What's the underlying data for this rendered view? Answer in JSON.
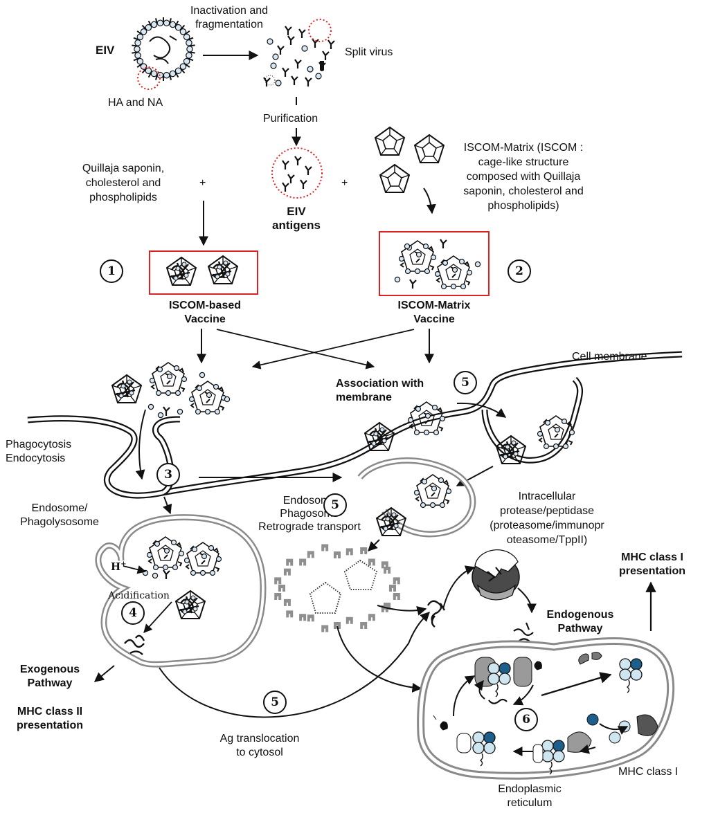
{
  "virus": {
    "eiv_label": "EIV",
    "ha_na_label": "HA and NA",
    "inactivation_label_1": "Inactivation and",
    "inactivation_label_2": "fragmentation",
    "split_virus_label": "Split virus",
    "purification_label": "Purification",
    "eiv_antigens_1": "EIV",
    "eiv_antigens_2": "antigens",
    "plus_left": "+",
    "plus_right": "+"
  },
  "adjuvant": {
    "quillaja_1": "Quillaja saponin,",
    "quillaja_2": "cholesterol and",
    "quillaja_3": "phospholipids",
    "matrix_1": "ISCOM-Matrix (ISCOM :",
    "matrix_2": "cage-like structure",
    "matrix_3": "composed with Quillaja",
    "matrix_4": "saponin, cholesterol and",
    "matrix_5": "phospholipids)"
  },
  "vaccines": {
    "iscom_based_1": "ISCOM-based",
    "iscom_based_2": "Vaccine",
    "iscom_matrix_1": "ISCOM-Matrix",
    "iscom_matrix_2": "Vaccine"
  },
  "cell": {
    "cell_membrane": "Cell membrane",
    "association_1": "Association with",
    "association_2": "membrane",
    "phagocytosis": "Phagocytosis",
    "endocytosis": "Endocytosis",
    "endosome_1": "Endosome/",
    "endosome_2": "Phagolysosome",
    "endosome_phago_1": "Endosome",
    "endosome_phago_2": "Phagosome",
    "endosome_phago_3": "Retrograde transport",
    "protease_1": "Intracellular",
    "protease_2": "protease/peptidase",
    "protease_3": "(proteasome/immunopr",
    "protease_4": "oteasome/TppII)",
    "h_plus": "H",
    "h_plus_sup": "+",
    "acidification": "Acidification",
    "exogenous_1": "Exogenous",
    "exogenous_2": "Pathway",
    "mhc2_1": "MHC class II",
    "mhc2_2": "presentation",
    "mhc1_pres_1": "MHC class I",
    "mhc1_pres_2": "presentation",
    "endogenous_1": "Endogenous",
    "endogenous_2": "Pathway",
    "ag_translocation_1": "Ag translocation",
    "ag_translocation_2": "to cytosol",
    "mhc1_label": "MHC class I",
    "er_1": "Endoplasmic",
    "er_2": "reticulum"
  },
  "steps": [
    "1",
    "2",
    "3",
    "4",
    "5",
    "5",
    "5",
    "6"
  ],
  "colors": {
    "highlight_box": "#e02020",
    "dotted_circle": "#e02020",
    "membrane_gray": "#8a8a8a",
    "mhc_blue": "#1d5f8a",
    "mhc_light": "#cfe6f0"
  }
}
